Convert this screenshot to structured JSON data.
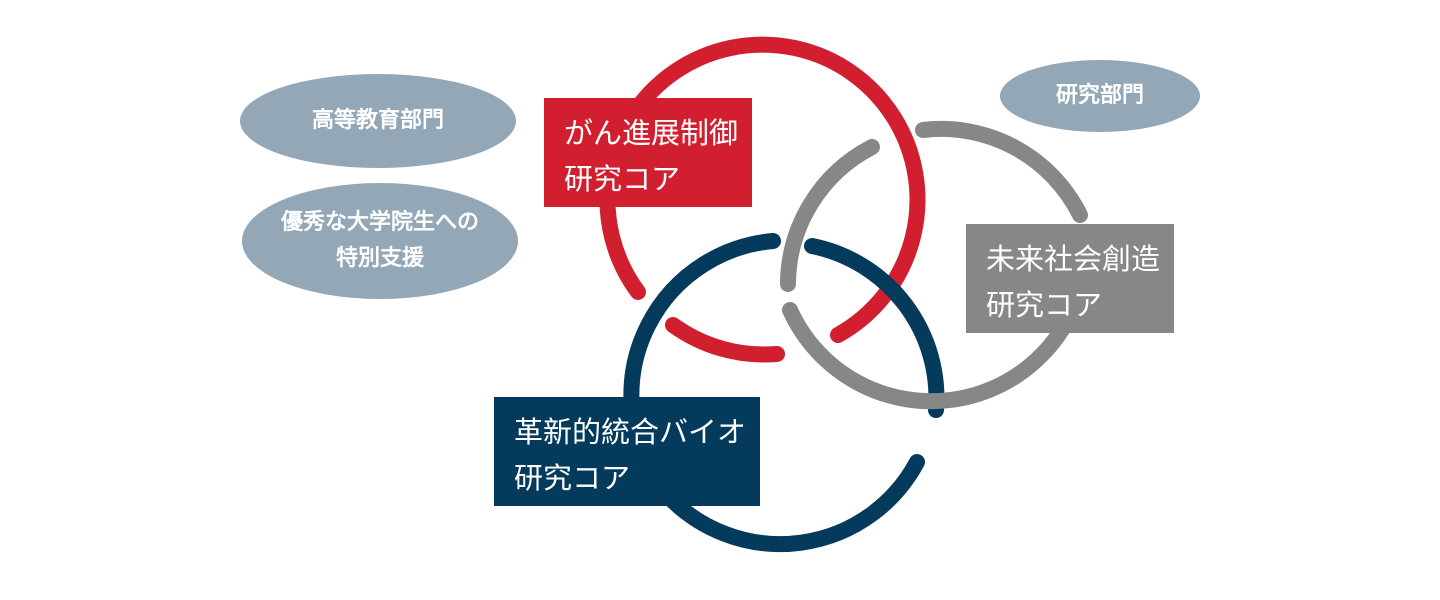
{
  "colors": {
    "red": "#D21F2F",
    "navy": "#043A5C",
    "gray": "#878787",
    "oval": "#93A7B6"
  },
  "ovals": {
    "higher_education": {
      "label": "高等教育部門"
    },
    "graduate_support": {
      "line1": "優秀な大学院生への",
      "line2": "特別支援"
    },
    "research": {
      "label": "研究部門"
    }
  },
  "cores": {
    "cancer": {
      "line1": "がん進展制御",
      "line2": "研究コア",
      "color": "red"
    },
    "future_society": {
      "line1": "未来社会創造",
      "line2": "研究コア",
      "color": "gray"
    },
    "bio": {
      "line1": "革新的統合バイオ",
      "line2": "研究コア",
      "color": "navy"
    }
  }
}
